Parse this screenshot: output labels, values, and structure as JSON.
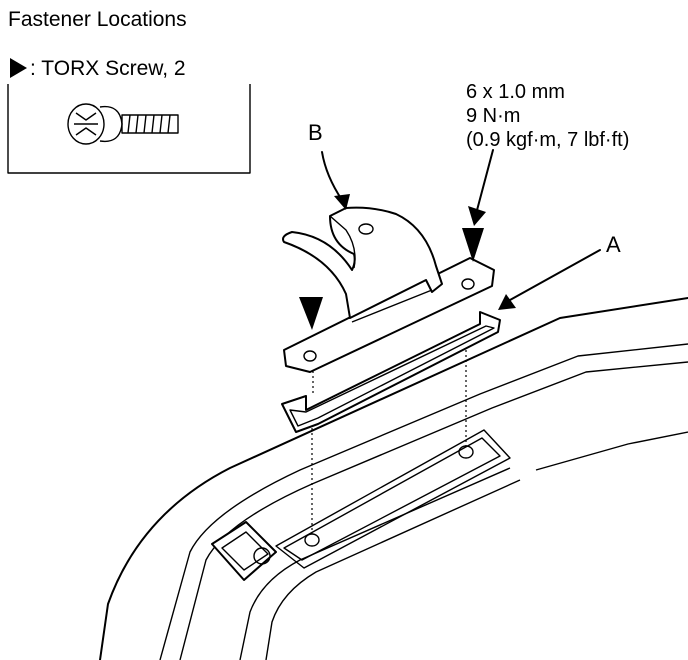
{
  "title": "Fastener Locations",
  "legend": {
    "marker_icon": "triangle-marker-icon",
    "label": ": TORX Screw, 2"
  },
  "torque_spec": {
    "line1": "6 x 1.0 mm",
    "line2": "9 N·m",
    "line3": "(0.9 kgf·m, 7 lbf·ft)"
  },
  "callouts": {
    "a": "A",
    "b": "B"
  }
}
